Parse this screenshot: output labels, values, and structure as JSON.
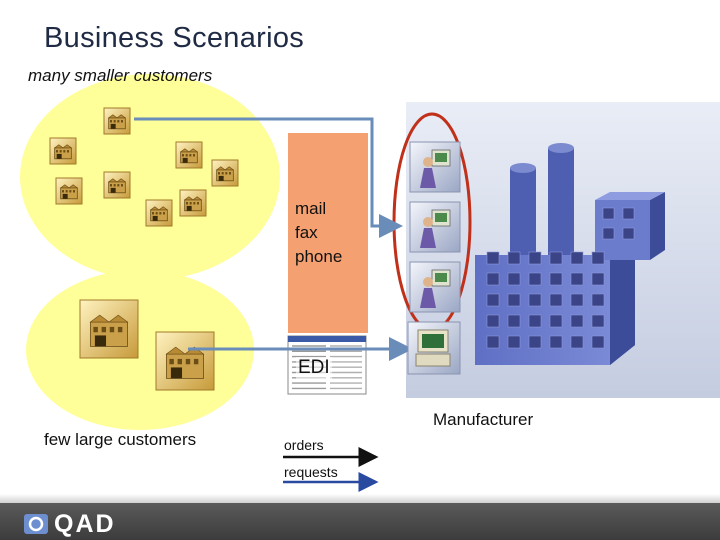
{
  "slide": {
    "title": "Business Scenarios",
    "small_customers_label": "many smaller customers",
    "large_customers_label": "few large customers",
    "manufacturer_label": "Manufacturer",
    "channels": [
      "mail",
      "fax",
      "phone"
    ],
    "edi_label": "EDI",
    "legend": {
      "orders": "orders",
      "requests": "requests"
    }
  },
  "footer": {
    "logo_text": "QAD"
  },
  "colors": {
    "customer_ellipse": "#ffff99",
    "channel_box": "#f5a070",
    "order_arrow": "#111111",
    "request_arrow": "#2a4aa0",
    "connector": "#6a8cb8",
    "highlight_oval": "#c0301a"
  },
  "icons": {
    "small_customer": "factory-icon",
    "large_customer": "factory-icon",
    "operator": "operator-icon",
    "edi_terminal": "computer-terminal-icon",
    "manufacturer": "factory-building-icon",
    "logo": "qad-logo-icon"
  }
}
